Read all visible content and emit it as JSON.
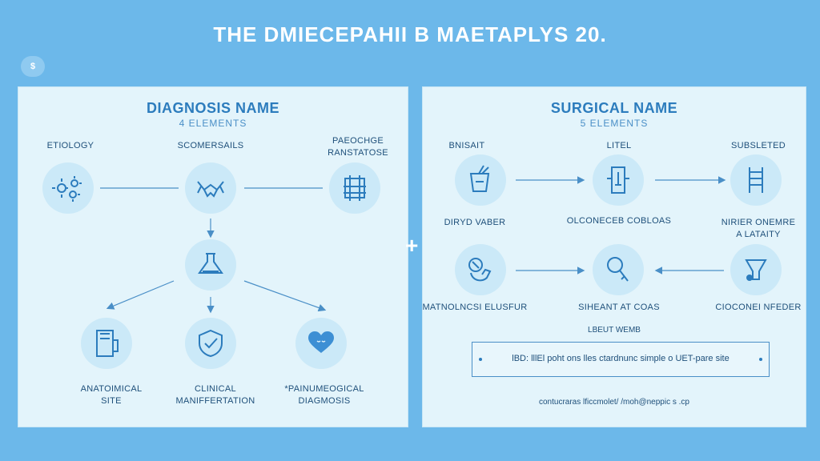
{
  "title": "THE DMIECEPAHII B MAETAPLYS 20.",
  "corner_badge": "$",
  "plus_sign": "+",
  "diagnosis": {
    "title": "DIAGNOSIS NAME",
    "subtitle": "4 ELEMENTS",
    "labels": {
      "etiology": "ETIOLOGY",
      "scomersails": "SCOMERSAILS",
      "pathology_line1": "PAEOCHGE",
      "pathology_line2": "RANSTATOSE",
      "anatomical_line1": "ANATOIMICAL",
      "anatomical_line2": "SITE",
      "clinical_line1": "CLINICAL",
      "clinical_line2": "MANIFFERTATION",
      "diagnosis_line1": "*PAINUMEOGICAL",
      "diagnosis_line2": "DIAGMOSIS"
    },
    "icons": [
      "virus-icon",
      "bird-icon",
      "bacteria-grid-icon",
      "lab-flask-icon",
      "tablet-icon",
      "shield-check-icon",
      "heart-icon"
    ]
  },
  "surgical": {
    "title": "SURGICAL NAME",
    "subtitle": "5 ELEMENTS",
    "labels": {
      "top1": "BNISAIT",
      "top2": "LITEL",
      "top3": "SUBSLETED",
      "mid1": "DIRYD VABER",
      "mid2": "OLCONECEB COBLOAS",
      "mid3_line1": "NIRIER ONEMRE",
      "mid3_line2": "A LATAITY",
      "bot1": "MATNOLNCSI ELUSFUR",
      "bot2": "SIHEANT AT COAS",
      "bot3": "CIOCONEI NFEDER"
    },
    "note_title": "LBEUT WEMB",
    "note_text": "lBD: lllEl poht ons lles ctardnunc simple o UET-pare site",
    "contact": "contucraras lficcmolet/ /moh@neppic s .cp",
    "icons": [
      "cup-icon",
      "device-icon",
      "ladder-icon",
      "hand-icon",
      "magnifier-icon",
      "funnel-icon"
    ]
  },
  "colors": {
    "background": "#6cb8ea",
    "panel": "#e3f4fb",
    "accent": "#2c7cbd",
    "icon_fill": "#cbe9f8",
    "heart": "#3d8fd4"
  }
}
